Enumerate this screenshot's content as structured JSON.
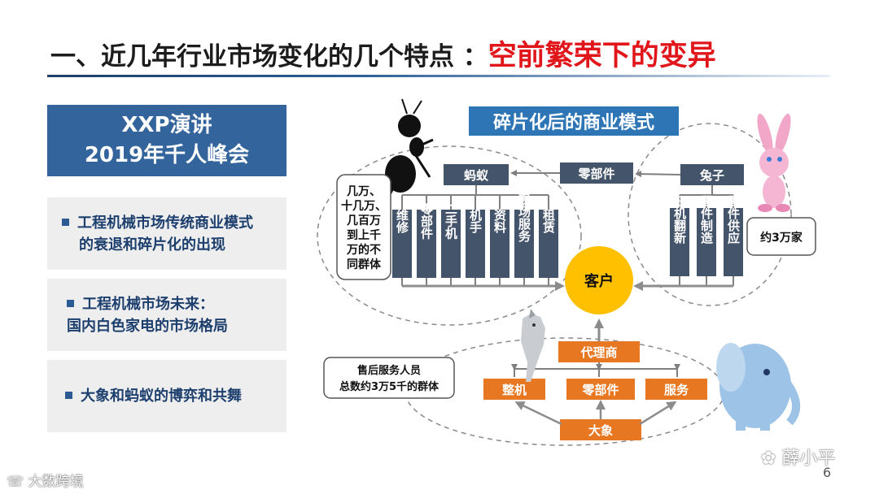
{
  "title": {
    "main": "一、近几年行业市场变化的几个特点 ：",
    "highlight": "空前繁荣下的变异"
  },
  "left_panel": {
    "header_line1": "XXP演讲",
    "header_line2": "2019年千人峰会",
    "points": [
      {
        "line1": "工程机械市场传统商业模式",
        "line2": "的衰退和碎片化的出现"
      },
      {
        "line1": "工程机械市场未来：",
        "line2": "国内白色家电的市场格局"
      },
      {
        "line1": "大象和蚂蚁的博弈和共舞",
        "line2": ""
      }
    ]
  },
  "diagram": {
    "title": "碎片化后的商业模式",
    "ant_box": "蚂蚁",
    "parts_top": "零部件",
    "rabbit_box": "兔子",
    "ant_note": [
      "几万、",
      "十几万、",
      "几百万",
      "到上千",
      "万的不",
      "同群体"
    ],
    "ant_services": [
      "维修",
      "零部件",
      "二手机",
      "机手",
      "资料",
      "现场服务",
      "租赁"
    ],
    "rabbit_services": [
      "旧机翻新",
      "零件制造",
      "零件供应"
    ],
    "rabbit_note": "约3万家",
    "customer": "客户",
    "agent": "代理商",
    "elephant_services": [
      "整机",
      "零部件",
      "服务"
    ],
    "elephant": "大象",
    "after_sales_note_line1": "售后服务人员",
    "after_sales_note_line2": "总数约3万5千的群体",
    "colors": {
      "navy": "#34495e",
      "orange": "#e87722",
      "yellow": "#ffc000",
      "title_blue": "#2e75b6"
    }
  },
  "footer": {
    "watermark_left": "大数跨境",
    "watermark_right": "薛小平",
    "page_number": "6"
  }
}
